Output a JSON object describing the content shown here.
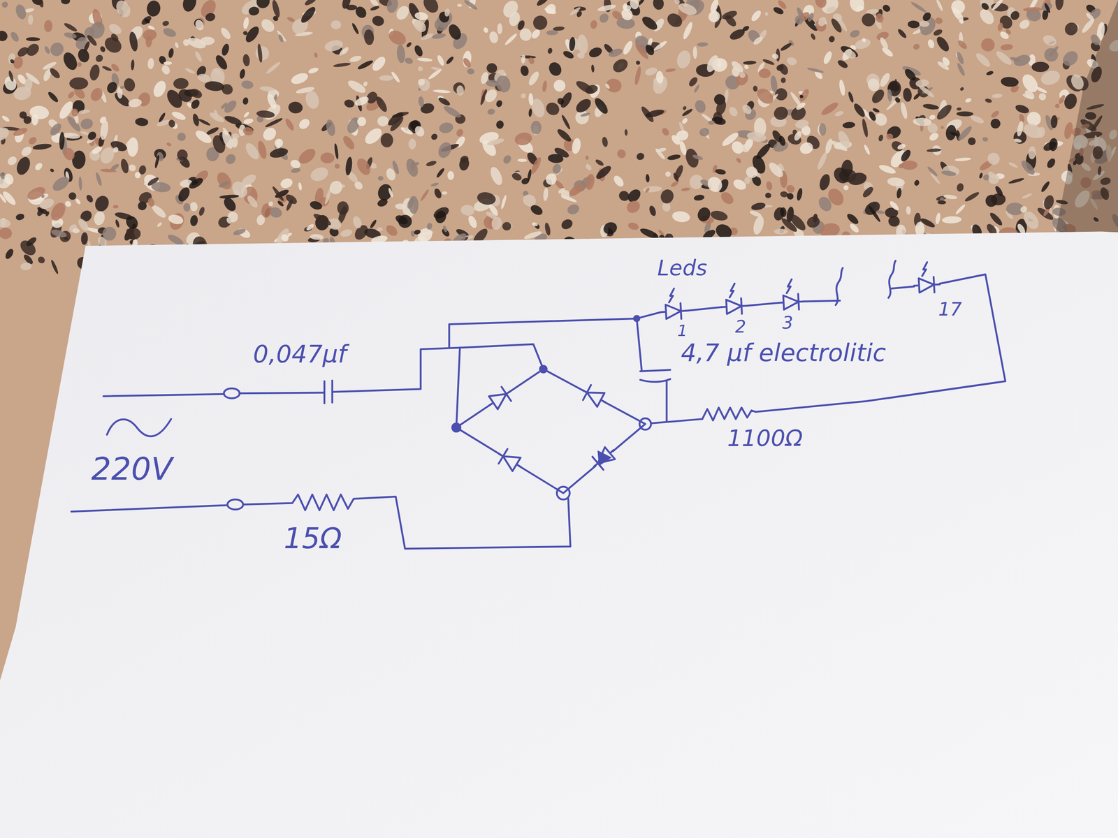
{
  "diagram": {
    "labels": [
      "0,047μf",
      "220V",
      "15Ω",
      "Leds",
      "1",
      "2",
      "3",
      "17",
      "4,7 μf electrolitic",
      "1100Ω"
    ]
  }
}
